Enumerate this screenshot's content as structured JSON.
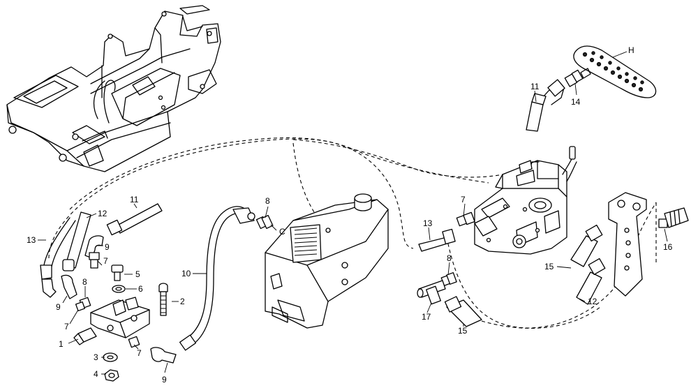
{
  "callouts": [
    {
      "key": "c1",
      "text": "1"
    },
    {
      "key": "c2",
      "text": "2"
    },
    {
      "key": "c3",
      "text": "3"
    },
    {
      "key": "c4",
      "text": "4"
    },
    {
      "key": "c5",
      "text": "5"
    },
    {
      "key": "c6",
      "text": "6"
    },
    {
      "key": "c7a",
      "text": "7"
    },
    {
      "key": "c7b",
      "text": "7"
    },
    {
      "key": "c7c",
      "text": "7"
    },
    {
      "key": "c7d",
      "text": "7"
    },
    {
      "key": "c8a",
      "text": "8"
    },
    {
      "key": "c8b",
      "text": "8"
    },
    {
      "key": "c8c",
      "text": "8"
    },
    {
      "key": "c9a",
      "text": "9"
    },
    {
      "key": "c9b",
      "text": "9"
    },
    {
      "key": "c9c",
      "text": "9"
    },
    {
      "key": "c10",
      "text": "10"
    },
    {
      "key": "c11a",
      "text": "11"
    },
    {
      "key": "c11b",
      "text": "11"
    },
    {
      "key": "c12a",
      "text": "12"
    },
    {
      "key": "c12b",
      "text": "12"
    },
    {
      "key": "c13a",
      "text": "13"
    },
    {
      "key": "c13b",
      "text": "13"
    },
    {
      "key": "c14",
      "text": "14"
    },
    {
      "key": "c15a",
      "text": "15"
    },
    {
      "key": "c15b",
      "text": "15"
    },
    {
      "key": "c16",
      "text": "16"
    },
    {
      "key": "c17",
      "text": "17"
    },
    {
      "key": "cC",
      "text": "C"
    },
    {
      "key": "cH",
      "text": "H"
    }
  ]
}
